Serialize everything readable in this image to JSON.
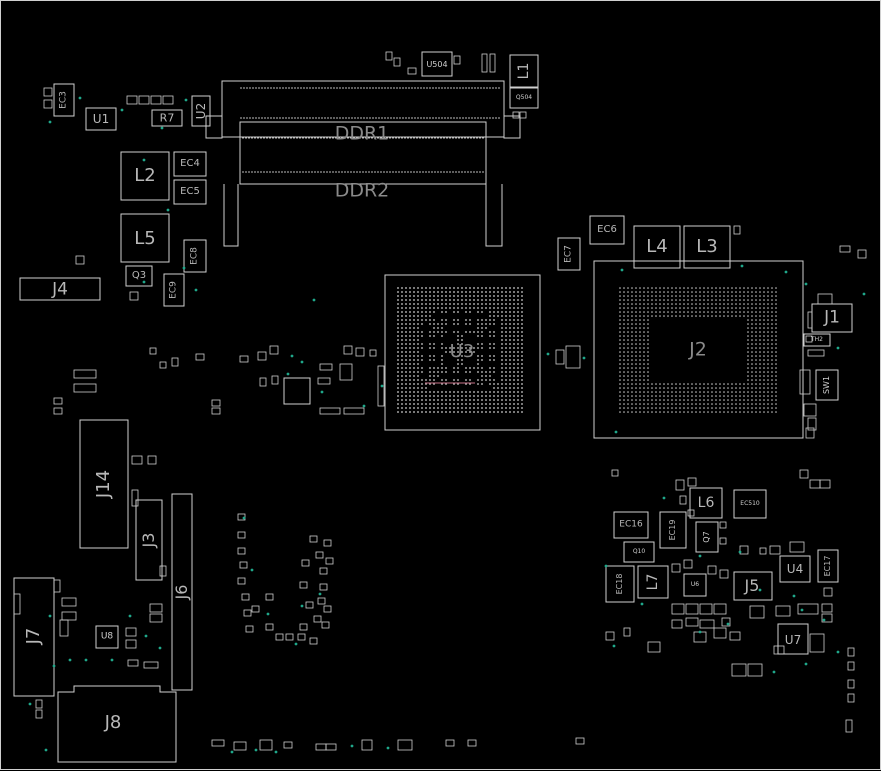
{
  "board": {
    "background": "#000000",
    "outline_color": "#d0d0d0",
    "pad_color": "#cfcfcf",
    "via_color": "#1fa78a",
    "highlight_color": "#c8738a"
  },
  "memory_slots": [
    {
      "id": "ddr1",
      "label": "DDR1"
    },
    {
      "id": "ddr2",
      "label": "DDR2"
    }
  ],
  "components": {
    "U3": "U3",
    "J2": "J2",
    "L1": "L1",
    "L2": "L2",
    "L3": "L3",
    "L4": "L4",
    "L5": "L5",
    "L6": "L6",
    "L7": "L7",
    "J1": "J1",
    "J3": "J3",
    "J4": "J4",
    "J5": "J5",
    "J6": "J6",
    "J7": "J7",
    "J8": "J8",
    "J14": "J14",
    "U1": "U1",
    "U2": "U2",
    "U4": "U4",
    "U6": "U6",
    "U7": "U7",
    "U8": "U8",
    "U504": "U504",
    "Q504": "Q504",
    "R7": "R7",
    "Q3": "Q3",
    "Q7": "Q7",
    "Q10": "Q10",
    "EC3": "EC3",
    "EC4": "EC4",
    "EC5": "EC5",
    "EC6": "EC6",
    "EC7": "EC7",
    "EC8": "EC8",
    "EC9": "EC9",
    "EC16": "EC16",
    "EC17": "EC17",
    "EC18": "EC18",
    "EC19": "EC19",
    "EC510": "EC510",
    "SW1": "SW1",
    "TH2": "TH2"
  }
}
